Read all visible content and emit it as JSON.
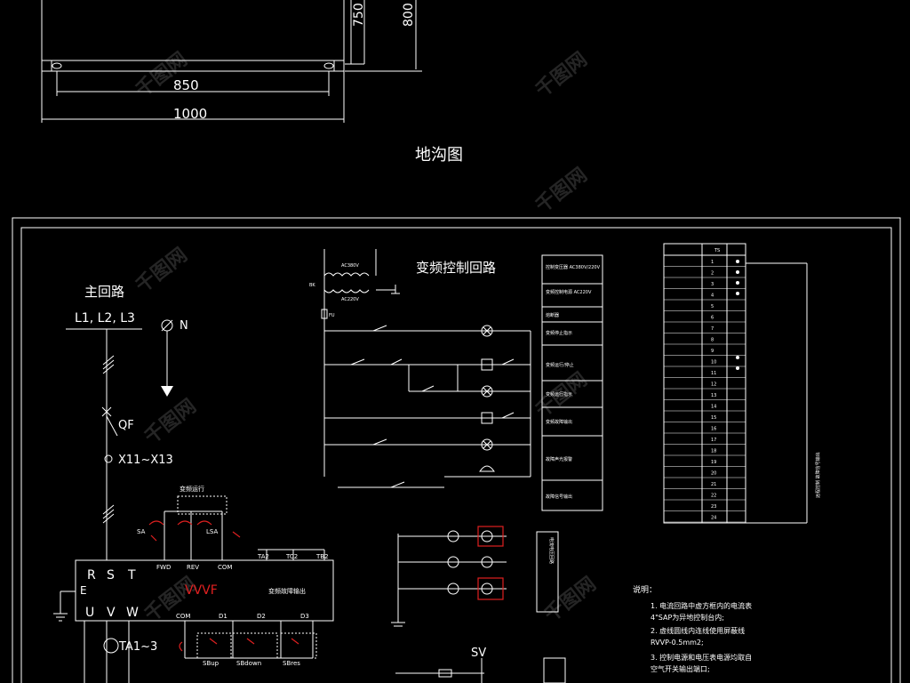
{
  "pit_drawing": {
    "dim_750": "750",
    "dim_800": "800",
    "dim_850": "850",
    "dim_1000": "1000",
    "title": "地沟图"
  },
  "main_circuit": {
    "title": "主回路",
    "phases": "L1, L2, L3",
    "neutral": "N",
    "breaker": "QF",
    "terminals": "X11~X13",
    "sa_label": "变频运行",
    "sa": "SA",
    "lsa": "LSA",
    "inputs": [
      "R",
      "S",
      "T"
    ],
    "e_label": "E",
    "outputs": [
      "U",
      "V",
      "W"
    ],
    "vvvf": "VVVF",
    "terms_top": [
      "FWD",
      "REV",
      "COM",
      "TA2",
      "TC2",
      "TB2"
    ],
    "fault_output": "变频故障输出",
    "terms_bottom": [
      "COM",
      "D1",
      "D2",
      "D3"
    ],
    "ta": "TA1~3",
    "sb_labels": [
      "SBup",
      "SBdown",
      "SBres"
    ]
  },
  "control_circuit": {
    "title": "变频控制回路",
    "voltage_in": "AC380V",
    "voltage_out": "AC220V",
    "transformer": "BK",
    "fuse": "FU",
    "legend": [
      "控制变压器 AC380V/220V",
      "变频控制电源 AC220V",
      "熔断器",
      "变频停止指示",
      "变频运行/停止",
      "变频运行指示",
      "变频故障输出",
      "故障声光报警",
      "故障信号输出"
    ]
  },
  "terminal_block": {
    "header": "TS",
    "rows": [
      "1",
      "2",
      "3",
      "4",
      "5",
      "6",
      "7",
      "8",
      "9",
      "10",
      "11",
      "12",
      "13",
      "14",
      "15",
      "16",
      "17",
      "18",
      "19",
      "20",
      "21",
      "22",
      "23",
      "24"
    ],
    "side_label": "远程控制 故障信号输出"
  },
  "meter_circuit": {
    "side_label": "电流电压回路",
    "sv": "SV"
  },
  "notes": {
    "title": "说明：",
    "items": [
      "1.  电流回路中虚方框内的电流表",
      "     4\"SAP为异地控制台内;",
      "2.  虚线圆线内连线使用屏蔽线",
      "     RVVP-0.5mm2;",
      "3.  控制电源和电压表电源均取自",
      "     空气开关输出端口;"
    ]
  },
  "watermark": "千图网"
}
